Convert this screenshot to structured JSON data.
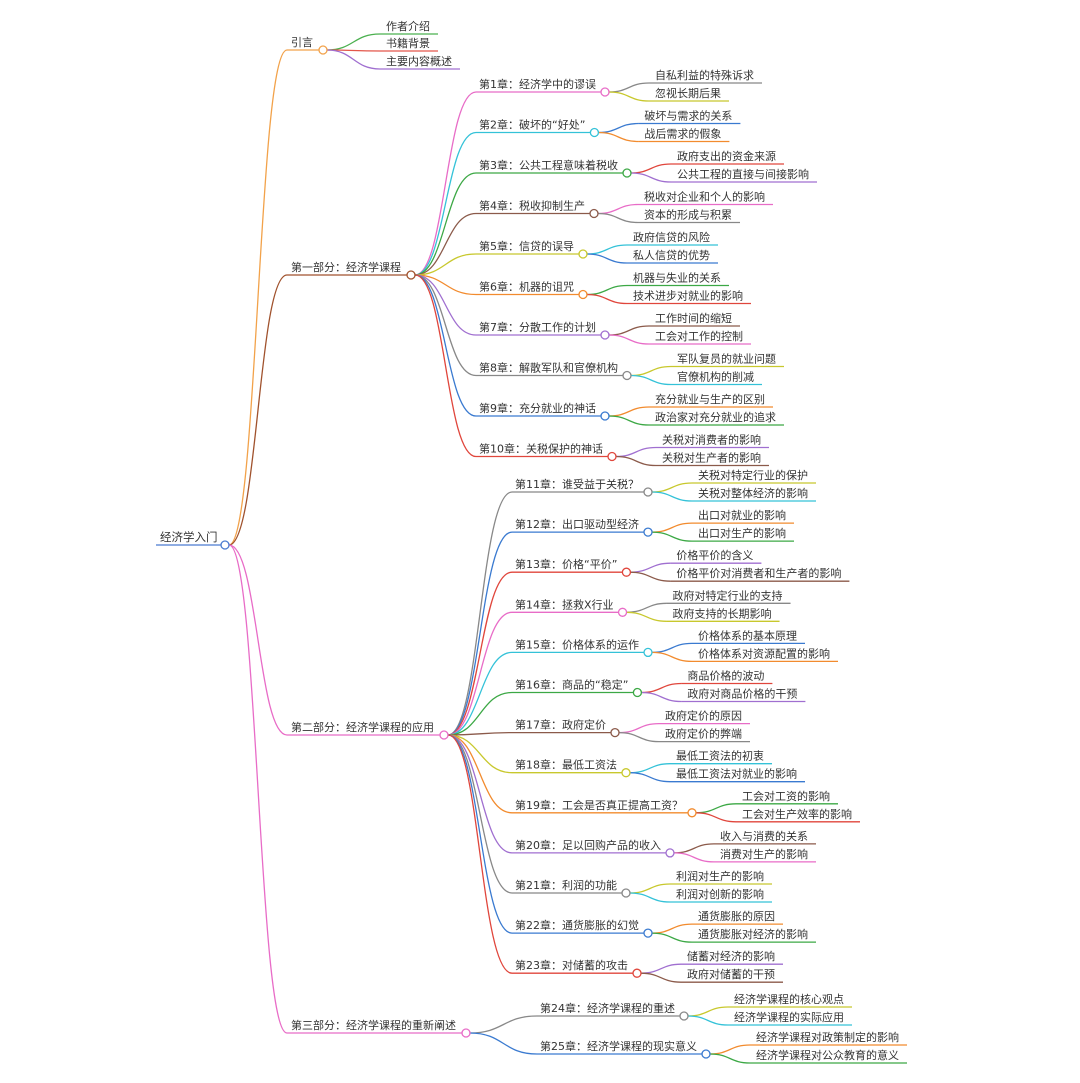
{
  "root": {
    "label": "经济学入门",
    "color": "#4a7bd0"
  },
  "branches": [
    {
      "label": "引言",
      "color": "#f2a24a",
      "children": [
        {
          "label": "作者介绍",
          "color": "#4bb04f"
        },
        {
          "label": "书籍背景",
          "color": "#e3564a"
        },
        {
          "label": "主要内容概述",
          "color": "#a06fd0"
        }
      ]
    },
    {
      "label": "第一部分：经济学课程",
      "color": "#a0522d",
      "children": [
        {
          "label": "第1章：经济学中的谬误",
          "color": "#e86cc7",
          "children": [
            {
              "label": "自私利益的特殊诉求",
              "color": "#888888"
            },
            {
              "label": "忽视长期后果",
              "color": "#c8c82d"
            }
          ]
        },
        {
          "label": "第2章：破坏的“好处”",
          "color": "#34c2d8",
          "children": [
            {
              "label": "破坏与需求的关系",
              "color": "#3a7ad0"
            },
            {
              "label": "战后需求的假象",
              "color": "#f28b2e"
            }
          ]
        },
        {
          "label": "第3章：公共工程意味着税收",
          "color": "#3ca845",
          "children": [
            {
              "label": "政府支出的资金来源",
              "color": "#e0463c"
            },
            {
              "label": "公共工程的直接与间接影响",
              "color": "#a06fd0"
            }
          ]
        },
        {
          "label": "第4章：税收抑制生产",
          "color": "#8b5a4a",
          "children": [
            {
              "label": "税收对企业和个人的影响",
              "color": "#e86cc7"
            },
            {
              "label": "资本的形成与积累",
              "color": "#888888"
            }
          ]
        },
        {
          "label": "第5章：信贷的误导",
          "color": "#c8c82d",
          "children": [
            {
              "label": "政府信贷的风险",
              "color": "#34c2d8"
            },
            {
              "label": "私人信贷的优势",
              "color": "#3a7ad0"
            }
          ]
        },
        {
          "label": "第6章：机器的诅咒",
          "color": "#f28b2e",
          "children": [
            {
              "label": "机器与失业的关系",
              "color": "#3ca845"
            },
            {
              "label": "技术进步对就业的影响",
              "color": "#e0463c"
            }
          ]
        },
        {
          "label": "第7章：分散工作的计划",
          "color": "#a06fd0",
          "children": [
            {
              "label": "工作时间的缩短",
              "color": "#8b5a4a"
            },
            {
              "label": "工会对工作的控制",
              "color": "#e86cc7"
            }
          ]
        },
        {
          "label": "第8章：解散军队和官僚机构",
          "color": "#888888",
          "children": [
            {
              "label": "军队复员的就业问题",
              "color": "#c8c82d"
            },
            {
              "label": "官僚机构的削减",
              "color": "#34c2d8"
            }
          ]
        },
        {
          "label": "第9章：充分就业的神话",
          "color": "#3a7ad0",
          "children": [
            {
              "label": "充分就业与生产的区别",
              "color": "#f28b2e"
            },
            {
              "label": "政治家对充分就业的追求",
              "color": "#3ca845"
            }
          ]
        },
        {
          "label": "第10章：关税保护的神话",
          "color": "#e0463c",
          "children": [
            {
              "label": "关税对消费者的影响",
              "color": "#a06fd0"
            },
            {
              "label": "关税对生产者的影响",
              "color": "#8b5a4a"
            }
          ]
        }
      ]
    },
    {
      "label": "第二部分：经济学课程的应用",
      "color": "#e86cc7",
      "children": [
        {
          "label": "第11章：谁受益于关税？",
          "color": "#888888",
          "children": [
            {
              "label": "关税对特定行业的保护",
              "color": "#c8c82d"
            },
            {
              "label": "关税对整体经济的影响",
              "color": "#34c2d8"
            }
          ]
        },
        {
          "label": "第12章：出口驱动型经济",
          "color": "#3a7ad0",
          "children": [
            {
              "label": "出口对就业的影响",
              "color": "#f28b2e"
            },
            {
              "label": "出口对生产的影响",
              "color": "#3ca845"
            }
          ]
        },
        {
          "label": "第13章：价格“平价”",
          "color": "#e0463c",
          "children": [
            {
              "label": "价格平价的含义",
              "color": "#a06fd0"
            },
            {
              "label": "价格平价对消费者和生产者的影响",
              "color": "#8b5a4a"
            }
          ]
        },
        {
          "label": "第14章：拯救X行业",
          "color": "#e86cc7",
          "children": [
            {
              "label": "政府对特定行业的支持",
              "color": "#888888"
            },
            {
              "label": "政府支持的长期影响",
              "color": "#c8c82d"
            }
          ]
        },
        {
          "label": "第15章：价格体系的运作",
          "color": "#34c2d8",
          "children": [
            {
              "label": "价格体系的基本原理",
              "color": "#3a7ad0"
            },
            {
              "label": "价格体系对资源配置的影响",
              "color": "#f28b2e"
            }
          ]
        },
        {
          "label": "第16章：商品的“稳定”",
          "color": "#3ca845",
          "children": [
            {
              "label": "商品价格的波动",
              "color": "#e0463c"
            },
            {
              "label": "政府对商品价格的干预",
              "color": "#a06fd0"
            }
          ]
        },
        {
          "label": "第17章：政府定价",
          "color": "#8b5a4a",
          "children": [
            {
              "label": "政府定价的原因",
              "color": "#e86cc7"
            },
            {
              "label": "政府定价的弊端",
              "color": "#888888"
            }
          ]
        },
        {
          "label": "第18章：最低工资法",
          "color": "#c8c82d",
          "children": [
            {
              "label": "最低工资法的初衷",
              "color": "#34c2d8"
            },
            {
              "label": "最低工资法对就业的影响",
              "color": "#3a7ad0"
            }
          ]
        },
        {
          "label": "第19章：工会是否真正提高工资？",
          "color": "#f28b2e",
          "children": [
            {
              "label": "工会对工资的影响",
              "color": "#3ca845"
            },
            {
              "label": "工会对生产效率的影响",
              "color": "#e0463c"
            }
          ]
        },
        {
          "label": "第20章：足以回购产品的收入",
          "color": "#a06fd0",
          "children": [
            {
              "label": "收入与消费的关系",
              "color": "#8b5a4a"
            },
            {
              "label": "消费对生产的影响",
              "color": "#e86cc7"
            }
          ]
        },
        {
          "label": "第21章：利润的功能",
          "color": "#888888",
          "children": [
            {
              "label": "利润对生产的影响",
              "color": "#c8c82d"
            },
            {
              "label": "利润对创新的影响",
              "color": "#34c2d8"
            }
          ]
        },
        {
          "label": "第22章：通货膨胀的幻觉",
          "color": "#3a7ad0",
          "children": [
            {
              "label": "通货膨胀的原因",
              "color": "#f28b2e"
            },
            {
              "label": "通货膨胀对经济的影响",
              "color": "#3ca845"
            }
          ]
        },
        {
          "label": "第23章：对储蓄的攻击",
          "color": "#e0463c",
          "children": [
            {
              "label": "储蓄对经济的影响",
              "color": "#a06fd0"
            },
            {
              "label": "政府对储蓄的干预",
              "color": "#8b5a4a"
            }
          ]
        }
      ]
    },
    {
      "label": "第三部分：经济学课程的重新阐述",
      "color": "#e86cc7",
      "children": [
        {
          "label": "第24章：经济学课程的重述",
          "color": "#888888",
          "children": [
            {
              "label": "经济学课程的核心观点",
              "color": "#c8c82d"
            },
            {
              "label": "经济学课程的实际应用",
              "color": "#34c2d8"
            }
          ]
        },
        {
          "label": "第25章：经济学课程的现实意义",
          "color": "#3a7ad0",
          "children": [
            {
              "label": "经济学课程对政策制定的影响",
              "color": "#f28b2e"
            },
            {
              "label": "经济学课程对公众教育的意义",
              "color": "#3ca845"
            }
          ]
        }
      ]
    }
  ]
}
